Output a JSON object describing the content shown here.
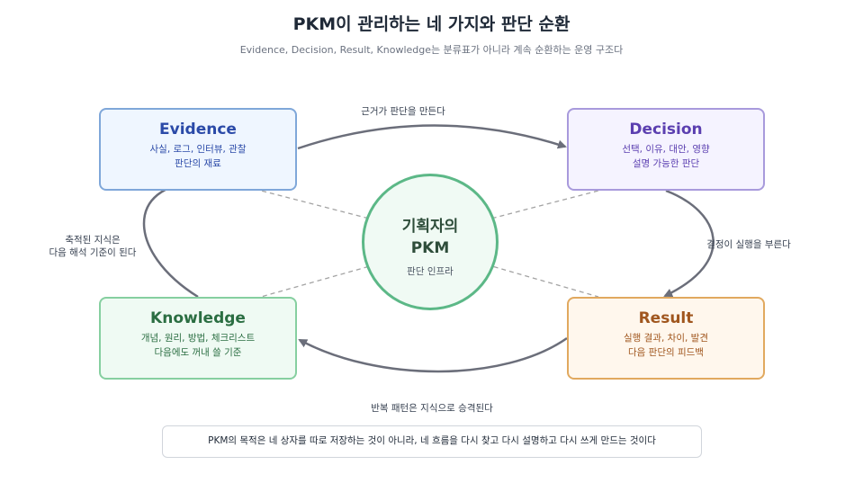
{
  "title": "PKM이 관리하는 네 가지와 판단 순환",
  "subtitle": "Evidence, Decision, Result, Knowledge는 분류표가 아니라 계속 순환하는 운영 구조다",
  "boxes": {
    "evidence": {
      "name": "Evidence",
      "line1": "사실, 로그, 인터뷰, 관찰",
      "line2": "판단의 재료"
    },
    "decision": {
      "name": "Decision",
      "line1": "선택, 이유, 대안, 영향",
      "line2": "설명 가능한 판단"
    },
    "result": {
      "name": "Result",
      "line1": "실행 결과, 차이, 발견",
      "line2": "다음 판단의 피드백"
    },
    "knowledge": {
      "name": "Knowledge",
      "line1": "개념, 원리, 방법, 체크리스트",
      "line2": "다음에도 꺼내 쓸 기준"
    }
  },
  "center": {
    "line1": "기획자의",
    "line2": "PKM",
    "caption": "판단 인프라"
  },
  "edges": {
    "evidence_to_decision": "근거가 판단을 만든다",
    "decision_to_result": "결정이 실행을 부른다",
    "result_to_knowledge": "반복 패턴은 지식으로 승격된다",
    "knowledge_to_evidence_1": "축적된 지식은",
    "knowledge_to_evidence_2": "다음 해석 기준이 된다"
  },
  "footer": "PKM의 목적은 네 상자를 따로 저장하는 것이 아니라, 네 흐름을 다시 찾고 다시 설명하고 다시 쓰게 만드는 것이다",
  "colors": {
    "arrow": "#6b6e7a",
    "dashed": "#a3a3a3",
    "evidence": "#2b4aa8",
    "decision": "#5b3fb0",
    "result": "#a0561e",
    "knowledge": "#2b6e42",
    "center_border": "#5cb887"
  }
}
